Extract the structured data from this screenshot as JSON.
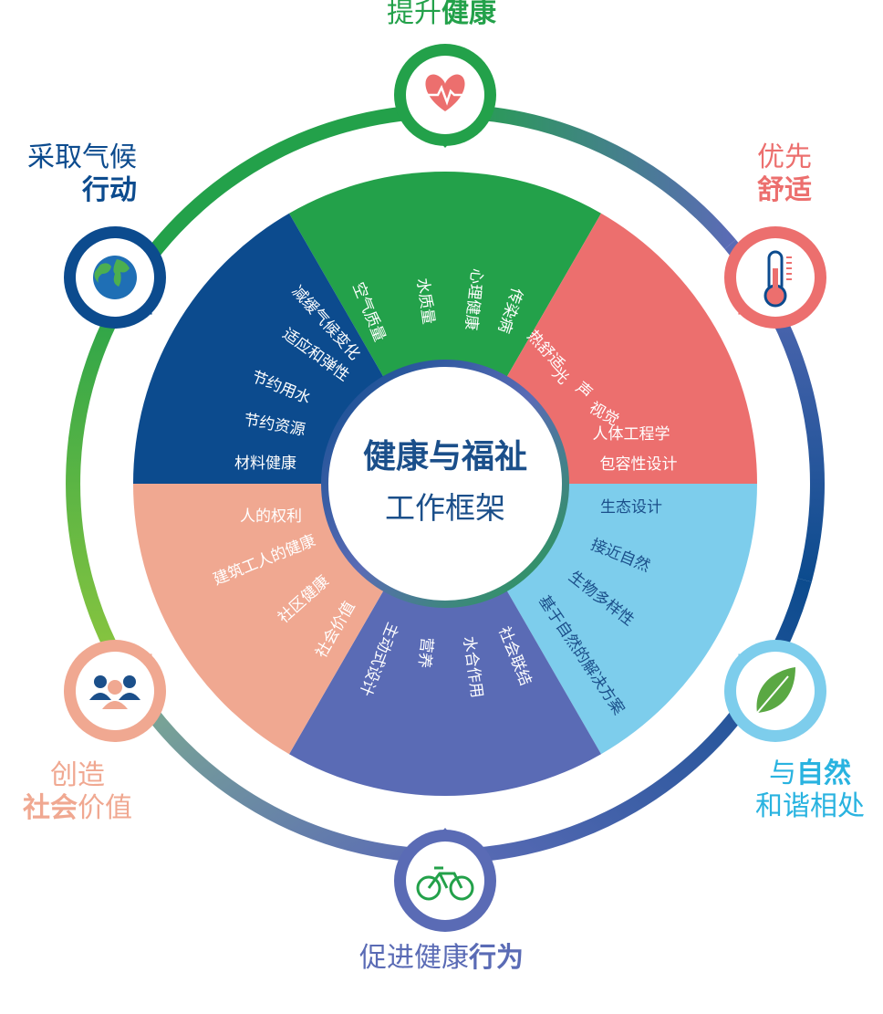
{
  "center": {
    "title": "健康与福祉",
    "subtitle": "工作框架"
  },
  "colors": {
    "green": "#23a14a",
    "red": "#ec6f6e",
    "navy": "#0c4b8e",
    "skyblue": "#7dcdec",
    "purple": "#5a6bb5",
    "salmon": "#f0a891",
    "light_green": "#8cc63f"
  },
  "categories": [
    {
      "id": "health",
      "label_a": "提升",
      "label_b": "健康",
      "icon": "heart-pulse-icon",
      "items": [
        "空气质量",
        "水质量",
        "心理健康",
        "传染病"
      ]
    },
    {
      "id": "comfort",
      "label_a": "优先",
      "label_b": "舒适",
      "icon": "thermometer-icon",
      "items": [
        "热舒适",
        "光",
        "声",
        "视觉",
        "人体工程学",
        "包容性设计"
      ]
    },
    {
      "id": "nature",
      "label_a": "与",
      "label_b": "自然",
      "label_c": "和谐相处",
      "icon": "leaf-icon",
      "items": [
        "生态设计",
        "接近自然",
        "生物多样性",
        "基于自然的解决方案"
      ]
    },
    {
      "id": "behavior",
      "label_a": "促进健康",
      "label_b": "行为",
      "icon": "bicycle-icon",
      "items": [
        "社会联结",
        "水合作用",
        "营养",
        "主动式设计"
      ]
    },
    {
      "id": "social",
      "label_a": "创造",
      "label_b": "社会",
      "label_c": "价值",
      "icon": "people-icon",
      "items": [
        "人的权利",
        "建筑工人的健康",
        "社区健康",
        "社会价值"
      ]
    },
    {
      "id": "climate",
      "label_a": "采取气候",
      "label_b": "行动",
      "icon": "globe-icon",
      "items": [
        "减缓气候变化",
        "适应和弹性",
        "节约用水",
        "节约资源",
        "材料健康"
      ]
    }
  ]
}
